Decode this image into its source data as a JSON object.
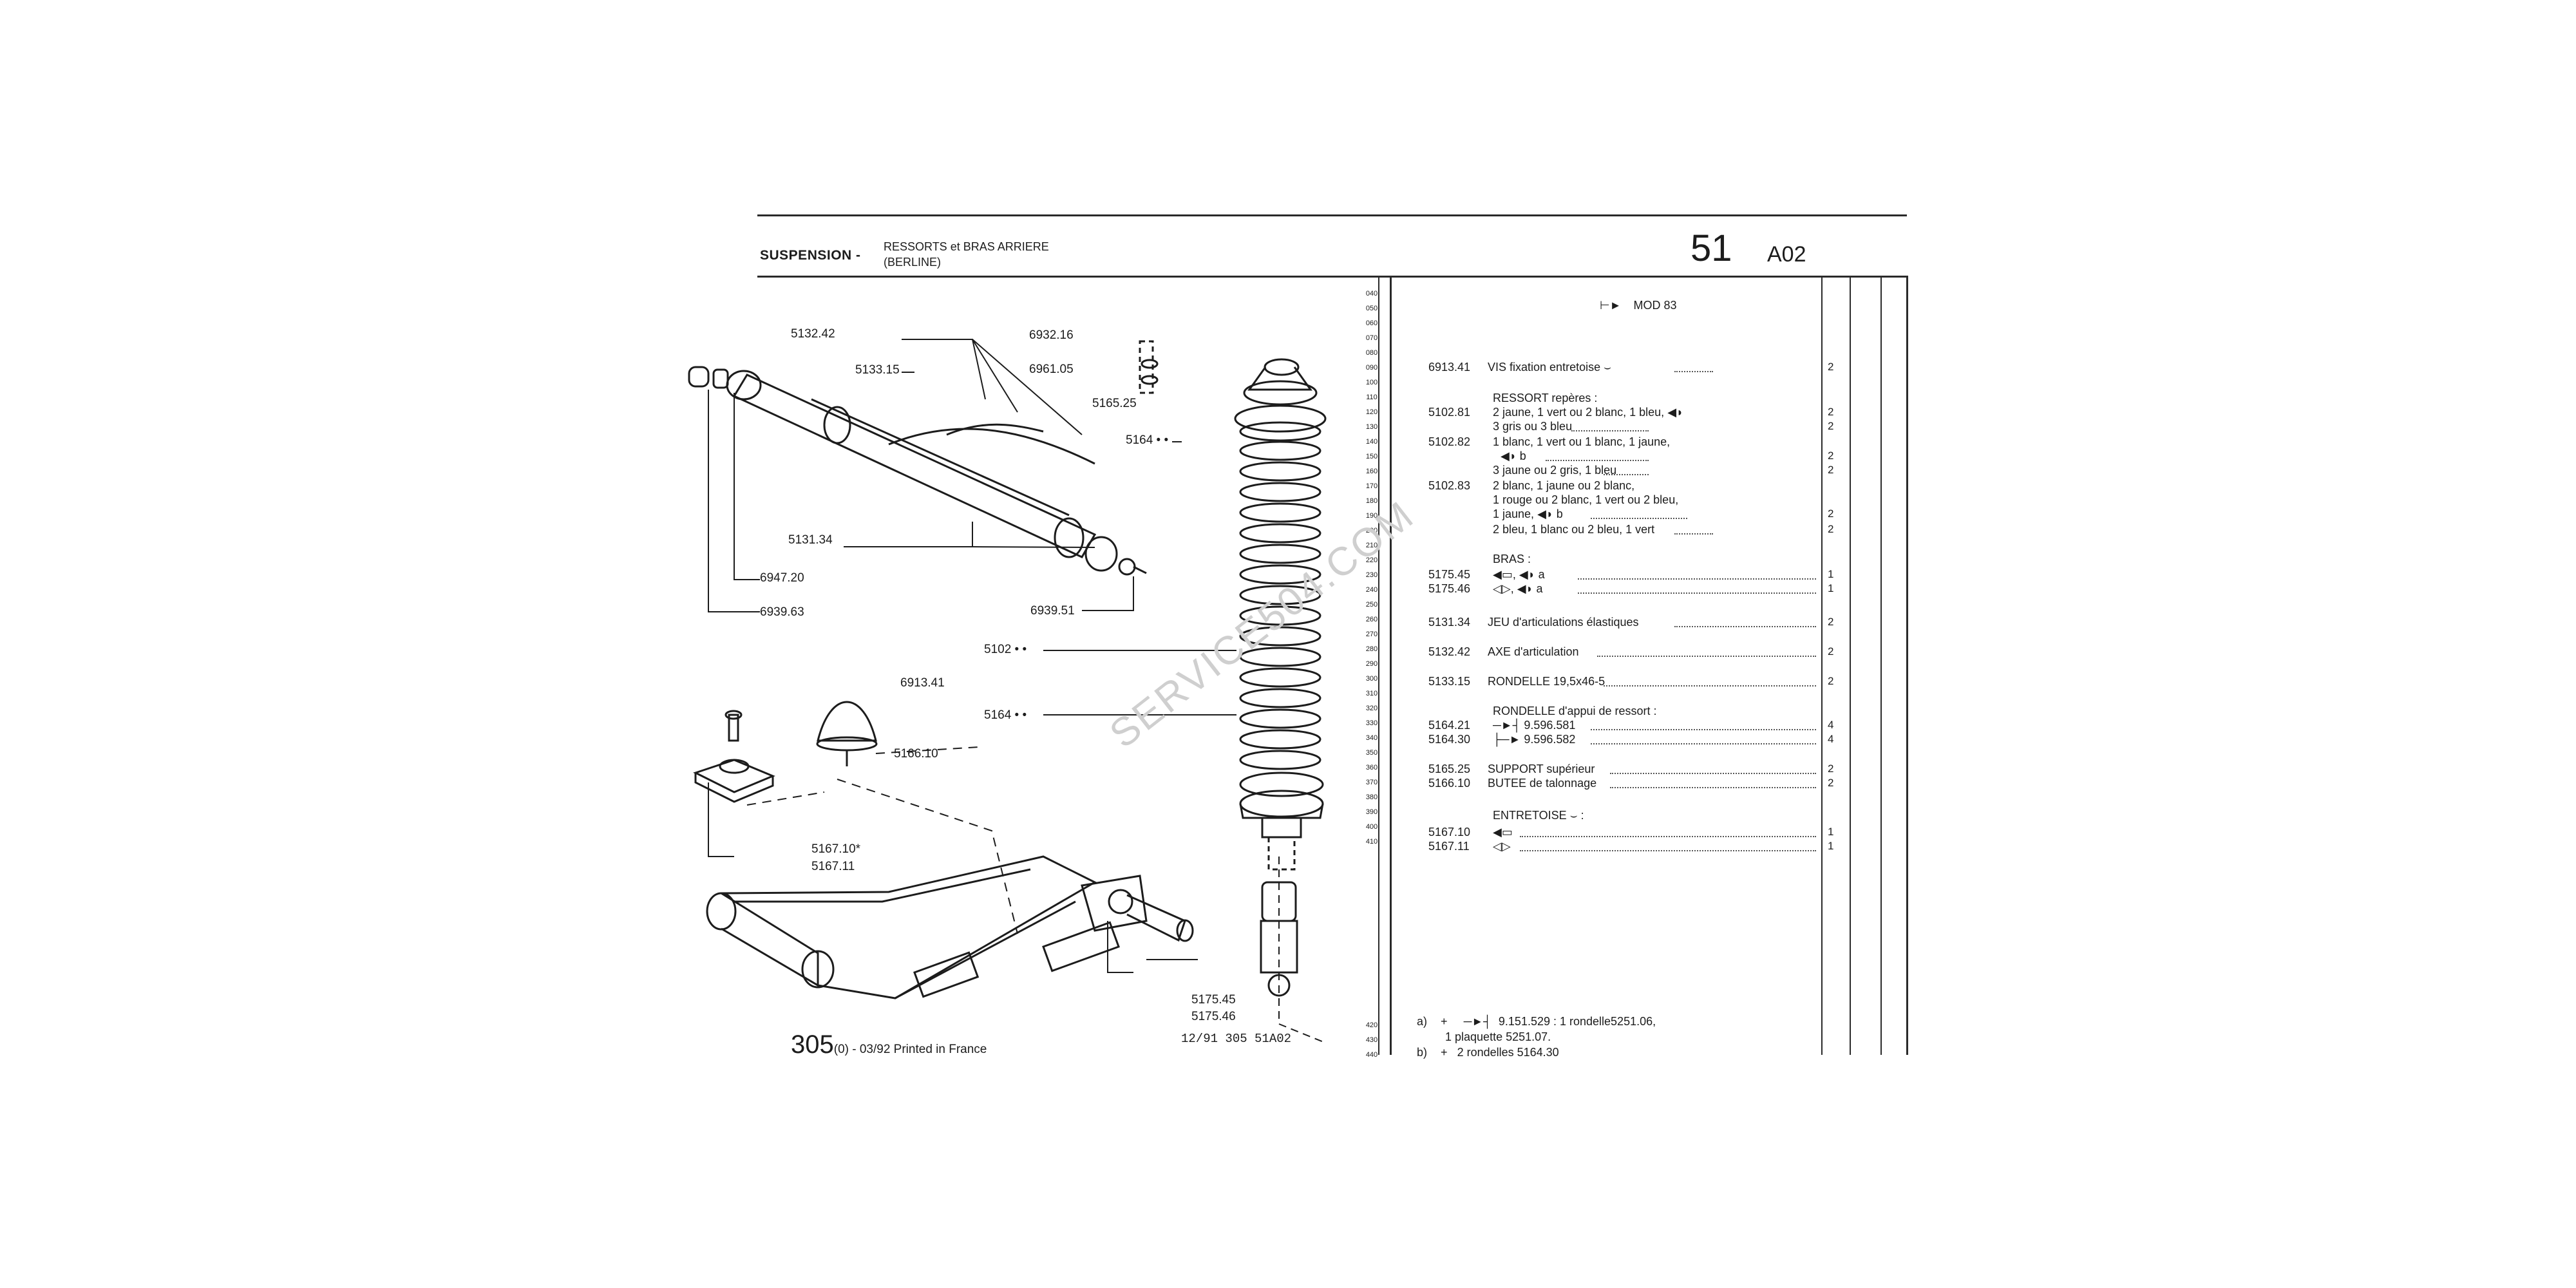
{
  "header": {
    "title": "SUSPENSION -",
    "subtitle_line1": "RESSORTS et BRAS ARRIERE",
    "subtitle_line2": "(BERLINE)",
    "page_number": "51",
    "page_code": "A02"
  },
  "diagram": {
    "labels": {
      "l1": "5132.42",
      "l2": "5133.15",
      "l3": "6932.16",
      "l4": "6961.05",
      "l5": "5165.25",
      "l6": "5164 • •",
      "l7": "5131.34",
      "l8": "6947.20",
      "l9": "6939.51",
      "l10": "6939.63",
      "l11": "5102 • •",
      "l12": "6913.41",
      "l13": "5164 • •",
      "l14": "5166.10",
      "l15": "5167.10*",
      "l16": "5167.11",
      "l17": "5175.45",
      "l18": "5175.46"
    },
    "footer_page": "305",
    "footer_note": "(0) - 03/92 Printed in France",
    "footer_ref": "12/91  305  51A02"
  },
  "ruler": [
    "040",
    "050",
    "060",
    "070",
    "080",
    "090",
    "100",
    "110",
    "120",
    "130",
    "140",
    "150",
    "160",
    "170",
    "180",
    "190",
    "200",
    "210",
    "220",
    "230",
    "240",
    "250",
    "260",
    "270",
    "280",
    "290",
    "300",
    "310",
    "320",
    "330",
    "340",
    "350",
    "360",
    "370",
    "380",
    "390",
    "400",
    "410"
  ],
  "ruler_bottom": [
    "420",
    "430",
    "440"
  ],
  "table": {
    "mod": "MOD 83",
    "rows": [
      {
        "ref": "6913.41",
        "desc": "VIS fixation entretoise",
        "qty": "2"
      },
      {
        "ref": "",
        "desc": "RESSORT repères :",
        "qty": ""
      },
      {
        "ref": "5102.81",
        "desc": "2 jaune, 1 vert ou 2 blanc, 1 bleu,",
        "qty": "2"
      },
      {
        "ref": "",
        "desc": "3 gris ou 3 bleu",
        "qty": "2"
      },
      {
        "ref": "5102.82",
        "desc": "1 blanc, 1 vert ou 1 blanc, 1 jaune,",
        "qty": ""
      },
      {
        "ref": "",
        "desc": "b",
        "qty": "2"
      },
      {
        "ref": "",
        "desc": "3 jaune ou 2 gris, 1 bleu",
        "qty": "2"
      },
      {
        "ref": "5102.83",
        "desc": "2 blanc, 1 jaune ou 2 blanc,",
        "qty": ""
      },
      {
        "ref": "",
        "desc": "1 rouge ou 2 blanc, 1 vert ou 2 bleu,",
        "qty": ""
      },
      {
        "ref": "",
        "desc": "1 jaune,",
        "qty": "2"
      },
      {
        "ref": "",
        "desc": "2 bleu, 1 blanc ou 2 bleu, 1 vert",
        "qty": "2"
      },
      {
        "ref": "",
        "desc": "BRAS :",
        "qty": ""
      },
      {
        "ref": "5175.45",
        "desc": "a",
        "qty": "1"
      },
      {
        "ref": "5175.46",
        "desc": "a",
        "qty": "1"
      },
      {
        "ref": "5131.34",
        "desc": "JEU d'articulations élastiques",
        "qty": "2"
      },
      {
        "ref": "5132.42",
        "desc": "AXE d'articulation",
        "qty": "2"
      },
      {
        "ref": "5133.15",
        "desc": "RONDELLE 19,5x46-5",
        "qty": "2"
      },
      {
        "ref": "",
        "desc": "RONDELLE d'appui de ressort :",
        "qty": ""
      },
      {
        "ref": "5164.21",
        "desc": "9.596.581",
        "qty": "4"
      },
      {
        "ref": "5164.30",
        "desc": "9.596.582",
        "qty": "4"
      },
      {
        "ref": "5165.25",
        "desc": "SUPPORT supérieur",
        "qty": "2"
      },
      {
        "ref": "5166.10",
        "desc": "BUTEE de talonnage",
        "qty": "2"
      },
      {
        "ref": "",
        "desc": "ENTRETOISE",
        "qty": ""
      },
      {
        "ref": "5167.10",
        "desc": "",
        "qty": "1"
      },
      {
        "ref": "5167.11",
        "desc": "",
        "qty": "1"
      }
    ],
    "note_a_label": "a)",
    "note_a_line1": "9.151.529 : 1 rondelle5251.06,",
    "note_a_line2": "1 plaquette 5251.07.",
    "note_b_label": "b)",
    "note_b_line1": "2 rondelles 5164.30"
  },
  "watermark": "SERVICE504.COM"
}
